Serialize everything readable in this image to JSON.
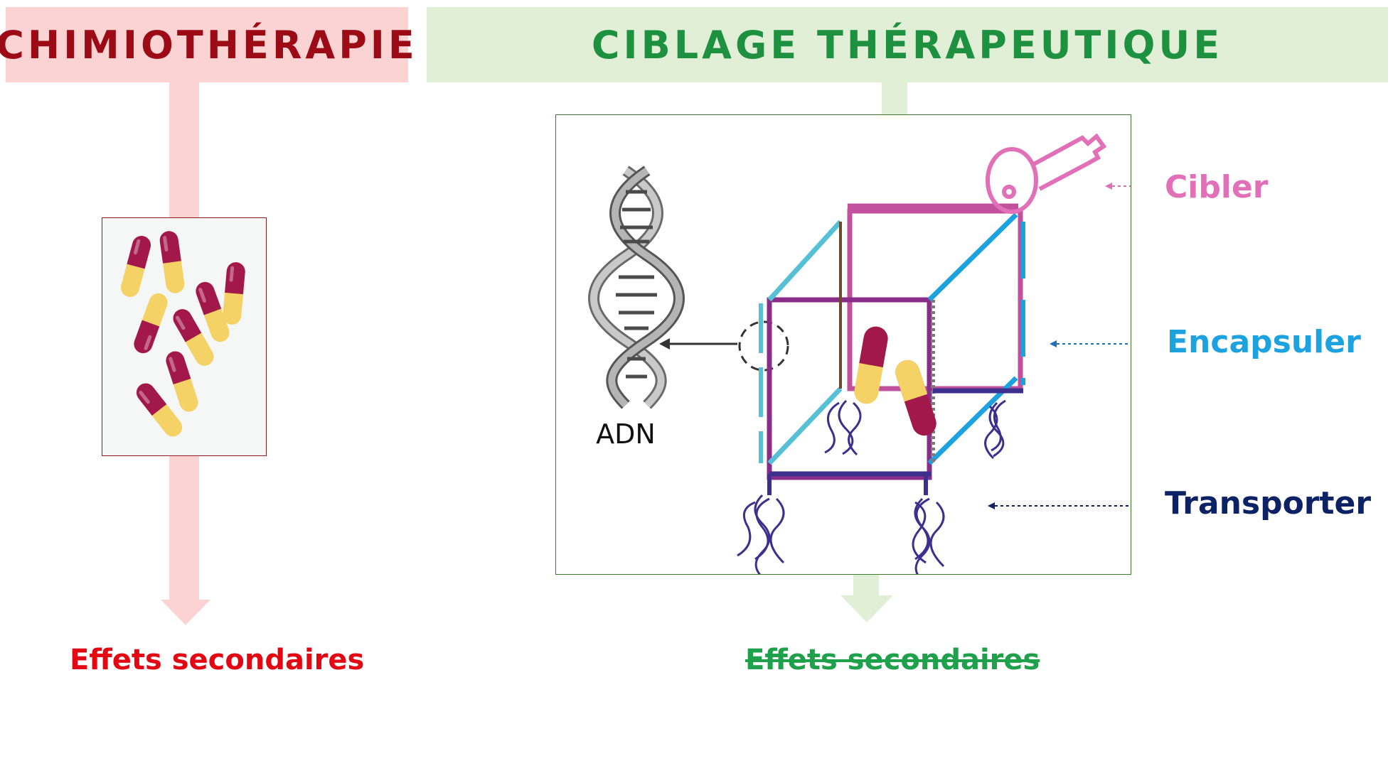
{
  "left": {
    "title": "CHIMIOTHÉRAPIE",
    "effects_label": "Effets secondaires"
  },
  "right": {
    "title": "CIBLAGE THÉRAPEUTIQUE",
    "effects_label": "Effets secondaires",
    "dna_label": "ADN",
    "roles": {
      "target": "Cibler",
      "encapsulate": "Encapsuler",
      "transport": "Transporter"
    }
  },
  "colors": {
    "chemo_title_bg": "#fcd3d3",
    "chemo_title_text": "#9b0a15",
    "chemo_effects": "#e30613",
    "target_title_bg": "#e1efd6",
    "target_title_text": "#1e9140",
    "target_effects": "#1fa04b",
    "cibler": "#e270b8",
    "encapsuler": "#1ca2de",
    "transporter": "#0d2264",
    "frame_magenta": "#c2509c",
    "frame_cyan": "#56c0d6",
    "frame_navy": "#3c2f8e",
    "capsule_red": "#a3184a",
    "capsule_yellow": "#f5d266"
  },
  "icons": [
    "capsule-pills-photo",
    "dna-helix-icon",
    "key-icon",
    "dna-origami-cage"
  ]
}
